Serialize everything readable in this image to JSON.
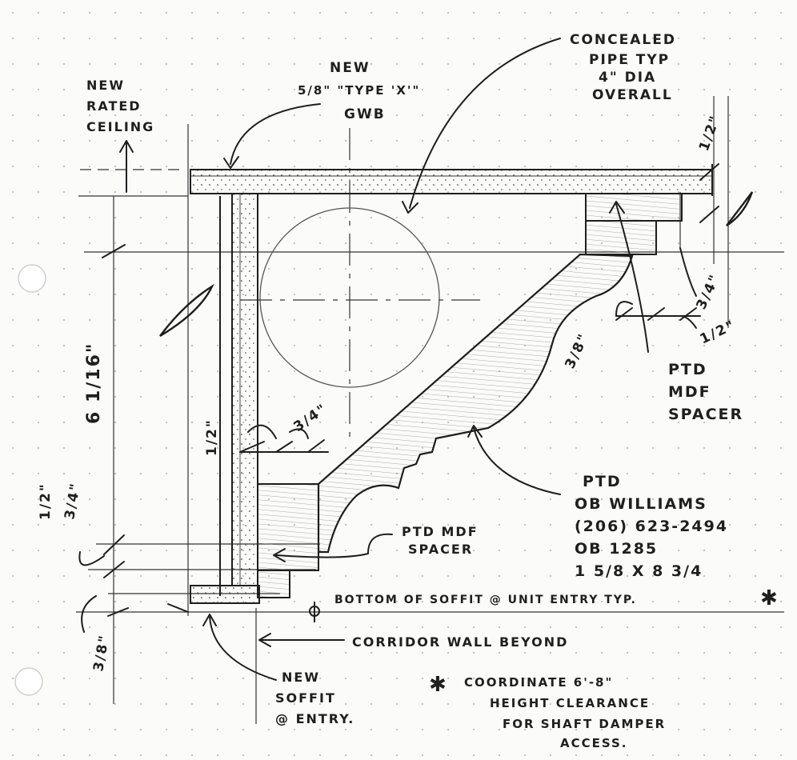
{
  "colors": {
    "paper": "#fbfbf9",
    "ink": "#1e1e1e",
    "grid_dots": "#b9b9b9",
    "hatch": "#666666"
  },
  "notes": {
    "concealed_pipe": [
      "CONCEALED",
      "PIPE TYP",
      "4\" DIA",
      "OVERALL"
    ],
    "new_gwb": [
      "NEW",
      "5/8\" \"TYPE 'X'\"",
      "GWB"
    ],
    "new_ceiling": [
      "NEW",
      "RATED",
      "CEILING"
    ],
    "mdf_spacer_right": [
      "PTD",
      "MDF",
      "SPACER"
    ],
    "crown_molding": [
      "PTD",
      "OB WILLIAMS",
      "(206) 623-2494",
      "OB 1285",
      "1 5/8 X 8 3/4"
    ],
    "mdf_spacer_left": [
      "PTD MDF",
      "SPACER"
    ],
    "bottom_of_soffit": "BOTTOM OF SOFFIT @ UNIT ENTRY TYP.",
    "corridor_wall": "CORRIDOR WALL BEYOND",
    "new_soffit": [
      "NEW",
      "SOFFIT",
      "@ ENTRY."
    ],
    "coordinate": [
      "COORDINATE 6'-8\"",
      "HEIGHT CLEARANCE",
      "FOR SHAFT DAMPER",
      "ACCESS."
    ]
  },
  "dimensions": {
    "top_right_half": "1/2\"",
    "right_three_quarter": "3/4\"",
    "right_half": "1/2\"",
    "right_three_eighth": "3/8\"",
    "overall_height": "6 1/16\"",
    "mid_half": "1/2\"",
    "mid_three_quarter": "3/4\"",
    "left_half": "1/2\"",
    "left_three_quarter": "3/4\"",
    "bottom_three_eighth": "3/8\""
  },
  "symbols": {
    "star": "✱",
    "section_mark": "Φ"
  }
}
